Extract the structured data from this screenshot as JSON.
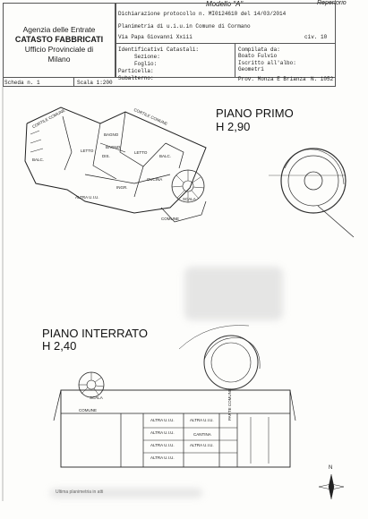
{
  "header": {
    "stamp": "Modello \"A\"",
    "handnote": "Repertorio",
    "agency": {
      "line1": "Agenzia delle Entrate",
      "line2": "CATASTO FABBRICATI",
      "line3": "Ufficio Provinciale di",
      "line4": "Milano"
    },
    "declaration": "Dichiarazione protocollo n. MI0124610 del 14/03/2014",
    "planimetria": "Planimetria di u.i.u.in Comune di Cormano",
    "address": "Via Papa Giovanni Xxiii",
    "civ": "civ. 10",
    "ident_title": "Identificativi Catastali:",
    "sezione": "Sezione:",
    "foglio": "Foglio:",
    "particella": "Particella:",
    "subalterno": "Subalterno:",
    "compilata": "Compilata da:",
    "compilatore": "Boato Fulvio",
    "iscritto": "Iscritto all'albo:",
    "albo": "Geometri",
    "prov": "Prov. Monza E Brianza",
    "numero": "N. 1052",
    "scheda": "Scheda n. 1",
    "scala": "Scala 1:200"
  },
  "floors": {
    "primo_title": "PIANO PRIMO",
    "primo_height": "H 2,90",
    "interrato_title": "PIANO INTERRATO",
    "interrato_height": "H 2,40"
  },
  "rooms_primo": {
    "cortile_left": "CORTILE COMUNE",
    "cortile_right": "CORTILE COMUNE",
    "balc": "BALC.",
    "bagno1": "BAGNO",
    "bagno2": "BAGNO",
    "dis": "DIS.",
    "letto1": "LETTO",
    "letto2": "LETTO",
    "balc2": "BALC.",
    "ingr": "INGR.",
    "cucina": "CUCINA",
    "altra": "ALTRA U.I.U.",
    "scala": "SCALA",
    "comune": "COMUNE"
  },
  "rooms_interrato": {
    "scala": "SCALA",
    "comune": "COMUNE",
    "altra1": "ALTRA U.I.U.",
    "altra2": "ALTRA U.I.U.",
    "altra3": "ALTRA U.I.U.",
    "altra4": "ALTRA U.I.U.",
    "altra5": "ALTRA U.I.U.",
    "altra6": "ALTRA U.I.U.",
    "cantina": "CANTINA",
    "parte_comune": "PARTE COMUNE",
    "north": "N"
  },
  "footer": {
    "note": "Ultima planimetria in atti"
  },
  "colors": {
    "ink": "#1a1a1a",
    "paper": "#fdfdfb",
    "stamp": "#333333"
  }
}
